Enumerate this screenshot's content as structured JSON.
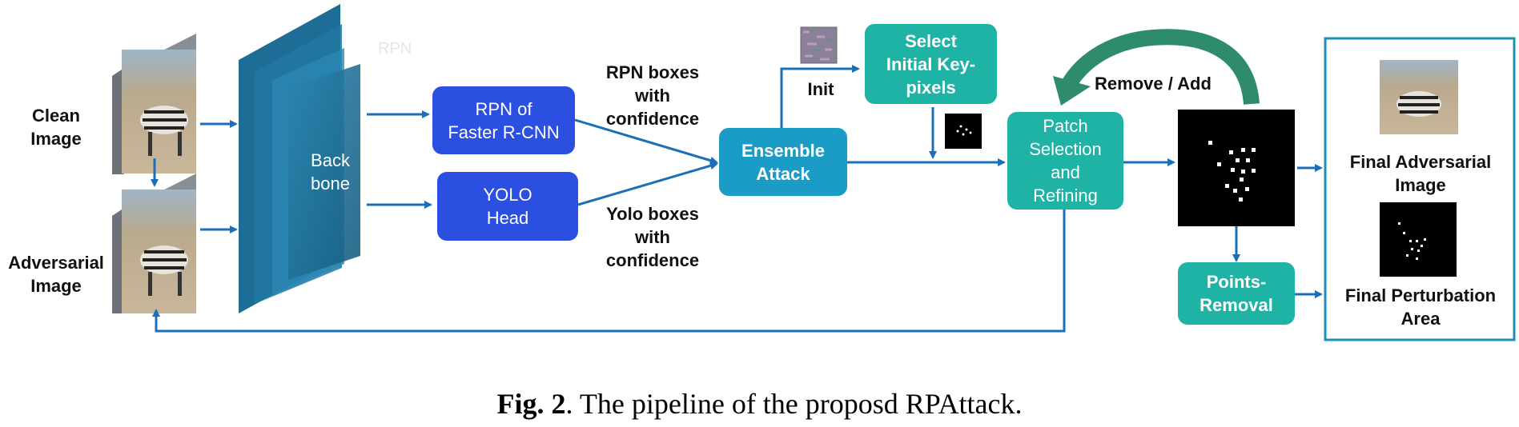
{
  "inputs": {
    "clean_label_1": "Clean",
    "clean_label_2": "Image",
    "adv_label_1": "Adversarial",
    "adv_label_2": "Image"
  },
  "backbone": {
    "line1": "Back",
    "line2": "bone",
    "faint_label": "RPN"
  },
  "rpn_box": {
    "line1": "RPN of",
    "line2": "Faster R-CNN"
  },
  "yolo_box": {
    "line1": "YOLO",
    "line2": "Head"
  },
  "rpn_out": {
    "line1": "RPN boxes",
    "line2": "with",
    "line3": "confidence"
  },
  "yolo_out": {
    "line1": "Yolo boxes",
    "line2": "with",
    "line3": "confidence"
  },
  "init_label": "Init",
  "select_box": {
    "line1": "Select",
    "line2": "Initial Key-",
    "line3": "pixels"
  },
  "ensemble_box": {
    "line1": "Ensemble",
    "line2": "Attack"
  },
  "patch_box": {
    "line1": "Patch",
    "line2": "Selection",
    "line3": "and",
    "line4": "Refining"
  },
  "remove_add_label": "Remove / Add",
  "points_box": {
    "line1": "Points-",
    "line2": "Removal"
  },
  "outputs": {
    "final_adv_1": "Final Adversarial",
    "final_adv_2": "Image",
    "final_pert_1": "Final Perturbation",
    "final_pert_2": "Area"
  },
  "caption": {
    "bold": "Fig. 2",
    "rest": ". The pipeline of the proposd RPAttack."
  },
  "colors": {
    "arrow": "#1a6fb8",
    "blue_box": "#2b4fe0",
    "teal_box": "#1fb3a5",
    "cyan_box": "#1a9cc7",
    "backbone": "#1d6d96",
    "curved_arrow": "#2e8c6a"
  }
}
